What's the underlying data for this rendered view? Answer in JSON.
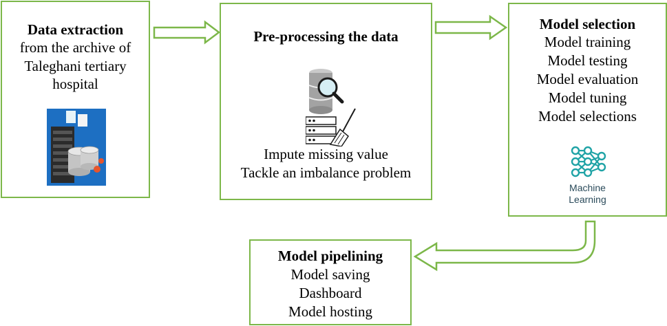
{
  "boxes": {
    "extraction": {
      "title": "Data extraction",
      "lines": [
        "from the archive of",
        "Taleghani tertiary",
        "hospital"
      ]
    },
    "preprocessing": {
      "title": "Pre-processing the data",
      "lines": [
        "Impute missing value",
        "Tackle an imbalance problem"
      ]
    },
    "selection": {
      "title": "Model selection",
      "lines": [
        "Model training",
        "Model testing",
        "Model evaluation",
        "Model tuning",
        "Model selections"
      ]
    },
    "pipelining": {
      "title": "Model pipelining",
      "lines": [
        "Model saving",
        "Dashboard",
        "Model hosting"
      ]
    }
  },
  "ml_logo": {
    "line1": "Machine",
    "line2": "Learning"
  },
  "colors": {
    "border": "#7cb749",
    "arrow": "#7cb749",
    "ml_icon": "#1fa3a6"
  },
  "icons": [
    "server-database-icon",
    "database-search-cleanup-icon",
    "machine-learning-network-icon"
  ]
}
